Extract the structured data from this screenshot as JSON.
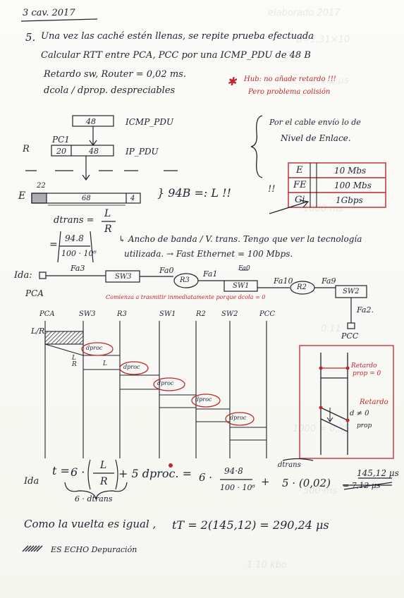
{
  "date": "3 cav. 2017",
  "problem": {
    "number": "5.",
    "line1": "Una vez las caché estén llenas, se repite prueba efectuada",
    "line2": "Calcular RTT entre PCA, PCC por una ICMP_PDU de 48 B",
    "line3": "Retardo sw, Router = 0,02 ms.",
    "line4": "dcola / dprop. despreciables"
  },
  "hub_note": {
    "line1": "Hub: no añade retardo !!!",
    "line2": "Pero problema colisión"
  },
  "encapsulation": {
    "icmp_size": "48",
    "icmp_label": "ICMP_PDU",
    "pc1_label": "PC1",
    "r_label": "R",
    "ip_header": "20",
    "ip_payload": "48",
    "ip_label": "IP_PDU",
    "e_label": "E",
    "eth_header": "22",
    "eth_payload": "68",
    "eth_trailer": "4",
    "total": "} 94B =: L !!",
    "marks": "!!"
  },
  "brace_note": {
    "line1": "Por el cable envío lo de",
    "line2": "Nivel de Enlace."
  },
  "speed_table": [
    {
      "type": "E",
      "speed": "10 Mbs"
    },
    {
      "type": "FE",
      "speed": "100 Mbs"
    },
    {
      "type": "Gi",
      "speed": "1Gbps"
    }
  ],
  "formula": {
    "dtrans": "dtrans =",
    "frac_num": "L",
    "frac_den": "R",
    "eq2_num": "94.8",
    "eq2_den": "100 · 10⁶",
    "minus": "=",
    "note1": "↳ Ancho de banda / V. trans. Tengo que ver la tecnología",
    "note2": "utilizada. → Fast Ethernet = 100 Mbps."
  },
  "topology": {
    "label": "Ida:",
    "pca": "PCA",
    "fa3": "Fa3",
    "sw3": "SW3",
    "fa0": "Fa0",
    "r3": "R3",
    "fa1": "Fa1",
    "fa_struck": "Fa0",
    "sw1": "SW1",
    "fa10": "Fa10",
    "r2": "R2",
    "fa9": "Fa9",
    "sw2": "SW2",
    "fa2": "Fa2.",
    "pcc": "PCC"
  },
  "red_note": "Comienza a trasmitir inmediatamente porque dcola = 0",
  "timeline": {
    "columns": [
      "PCA",
      "SW3",
      "R3",
      "SW1",
      "R2",
      "SW2",
      "PCC"
    ],
    "l_over_r": "L/R",
    "dproc": "dproc",
    "l_label": "L",
    "r_label": "R"
  },
  "inset": {
    "note1a": "Retardo",
    "note1b": "prop = 0",
    "note2a": "Retardo",
    "note2b": "d ≠ 0",
    "note2c": "prop"
  },
  "calc": {
    "ida": "Ida",
    "t_label": "t =",
    "six": "6 ·",
    "frac_num": "L",
    "frac_den": "R",
    "plus_dproc": "+ 5 dproc. =",
    "six2": "6 ·",
    "num2": "94·8",
    "den2": "100 · 10⁶",
    "plus": "+",
    "five": "5 · (0,02)",
    "dtrans_label": "dtrans",
    "result": "145,12 μs",
    "struck": "= 7,12 μs",
    "brace_label": "6 · dtrans",
    "eq": "="
  },
  "final": {
    "prefix": "Como la vuelta es igual ,",
    "t_total": "tT = 2(145,12) = 290,24 μs"
  },
  "footer": "ES ECHO Depuración"
}
